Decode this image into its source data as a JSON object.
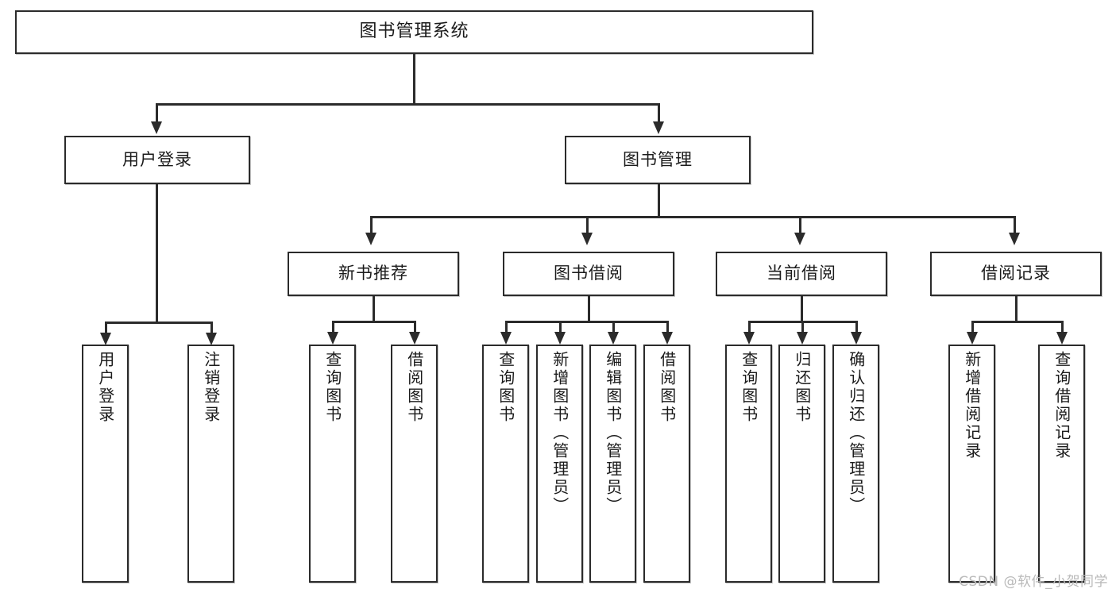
{
  "diagram": {
    "title": "图书管理系统",
    "type": "tree-hierarchy-diagram",
    "orientation": "top-down",
    "colors": {
      "stroke": "#2b2b2b",
      "fill": "#ffffff",
      "text": "#1b1b1b",
      "watermark": "#b9b9b9"
    },
    "root": {
      "label": "图书管理系统"
    },
    "level2": [
      {
        "id": "user-login",
        "label": "用户登录"
      },
      {
        "id": "book-management",
        "label": "图书管理"
      }
    ],
    "level3": [
      {
        "id": "new-book-recommend",
        "label": "新书推荐"
      },
      {
        "id": "book-borrow",
        "label": "图书借阅"
      },
      {
        "id": "current-borrow",
        "label": "当前借阅"
      },
      {
        "id": "borrow-record",
        "label": "借阅记录"
      }
    ],
    "leaves": {
      "user_login": [
        {
          "id": "leaf-user-login",
          "label": "用户登录"
        },
        {
          "id": "leaf-logout-login",
          "label": "注销登录"
        }
      ],
      "new_book_recommend": [
        {
          "id": "leaf-query-book-1",
          "label": "查询图书"
        },
        {
          "id": "leaf-borrow-book-1",
          "label": "借阅图书"
        }
      ],
      "book_borrow": [
        {
          "id": "leaf-query-book-2",
          "label": "查询图书"
        },
        {
          "id": "leaf-add-book",
          "label": "新增图书（管理员）"
        },
        {
          "id": "leaf-edit-book",
          "label": "编辑图书（管理员）"
        },
        {
          "id": "leaf-borrow-book-2",
          "label": "借阅图书"
        }
      ],
      "current_borrow": [
        {
          "id": "leaf-query-book-3",
          "label": "查询图书"
        },
        {
          "id": "leaf-return-book",
          "label": "归还图书"
        },
        {
          "id": "leaf-confirm-return",
          "label": "确认归还（管理员）"
        }
      ],
      "borrow_record": [
        {
          "id": "leaf-add-record",
          "label": "新增借阅记录"
        },
        {
          "id": "leaf-query-record",
          "label": "查询借阅记录"
        }
      ]
    }
  },
  "watermark": {
    "text": "CSDN @软件_小贺同学"
  }
}
